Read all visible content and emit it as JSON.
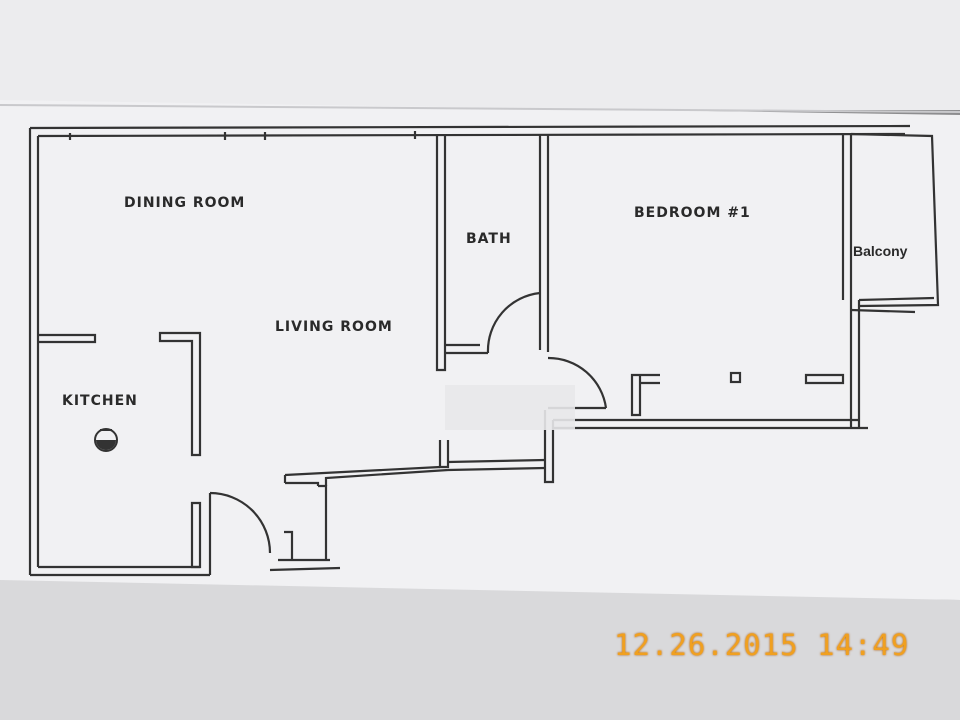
{
  "floor_plan": {
    "rooms": {
      "dining_room": "DINING ROOM",
      "living_room": "LIVING ROOM",
      "kitchen": "KITCHEN",
      "bath": "BATH",
      "bedroom": "BEDROOM #1",
      "balcony": "Balcony"
    }
  },
  "photo": {
    "timestamp": "12.26.2015  14:49"
  },
  "colors": {
    "paper": "#eeeeef",
    "paper_shadow": "#d8d8da",
    "background": "#8d8d8f",
    "wall_line": "#333333",
    "timestamp": "#f0a020"
  }
}
